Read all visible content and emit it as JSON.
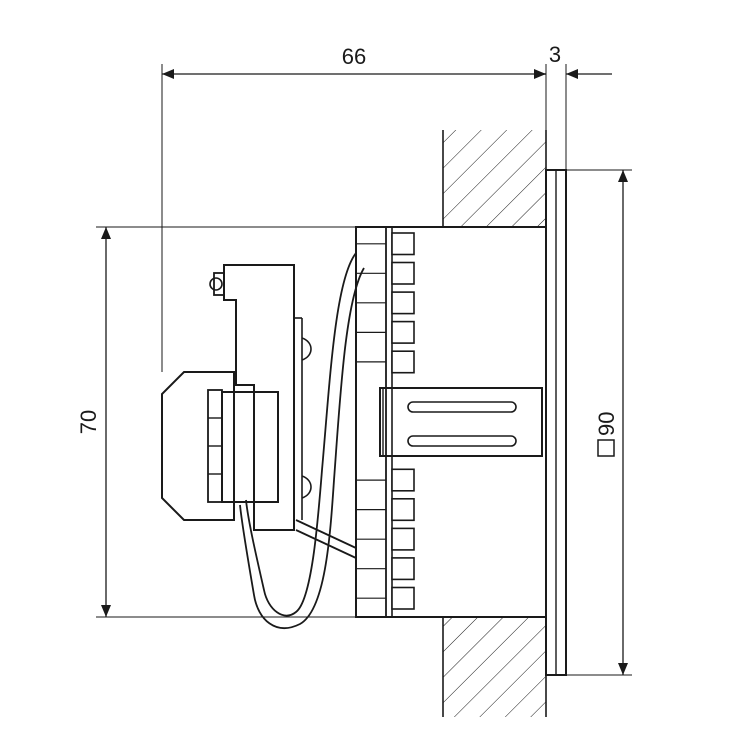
{
  "dimensions": {
    "width_main": "66",
    "width_flange": "3",
    "height_body": "70",
    "square_size": "90"
  },
  "colors": {
    "line": "#1a1a1a",
    "background": "#ffffff"
  }
}
